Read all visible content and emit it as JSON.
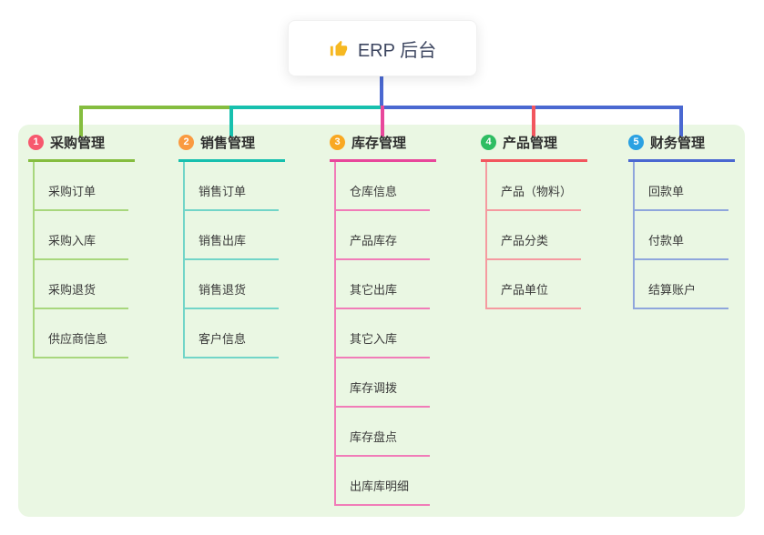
{
  "root": {
    "icon": "thumbs-up-icon",
    "label": "ERP 后台"
  },
  "colors": {
    "canvas_bg": "#ffffff",
    "panel_bg": "#eaf7e3",
    "trunk": "#4a68d1",
    "root_text": "#3d4660",
    "node_text": "#2e2e2e"
  },
  "branches": [
    {
      "num": "1",
      "label": "采购管理",
      "badge_color": "#f7586e",
      "line_color": "#85bd3f",
      "light_color": "#a8d77d",
      "children": [
        "采购订单",
        "采购入库",
        "采购退货",
        "供应商信息"
      ]
    },
    {
      "num": "2",
      "label": "销售管理",
      "badge_color": "#fa9a40",
      "line_color": "#17c0ae",
      "light_color": "#72d5c8",
      "children": [
        "销售订单",
        "销售出库",
        "销售退货",
        "客户信息"
      ]
    },
    {
      "num": "3",
      "label": "库存管理",
      "badge_color": "#f9a822",
      "line_color": "#e8479b",
      "light_color": "#f17cb8",
      "children": [
        "仓库信息",
        "产品库存",
        "其它出库",
        "其它入库",
        "库存调拨",
        "库存盘点",
        "出库库明细"
      ]
    },
    {
      "num": "4",
      "label": "产品管理",
      "badge_color": "#2ebd62",
      "line_color": "#f2565e",
      "light_color": "#f59aa0",
      "children": [
        "产品（物料）",
        "产品分类",
        "产品单位"
      ]
    },
    {
      "num": "5",
      "label": "财务管理",
      "badge_color": "#2ba1e2",
      "line_color": "#4a68d1",
      "light_color": "#8fa6dc",
      "children": [
        "回款单",
        "付款单",
        "结算账户"
      ]
    }
  ]
}
